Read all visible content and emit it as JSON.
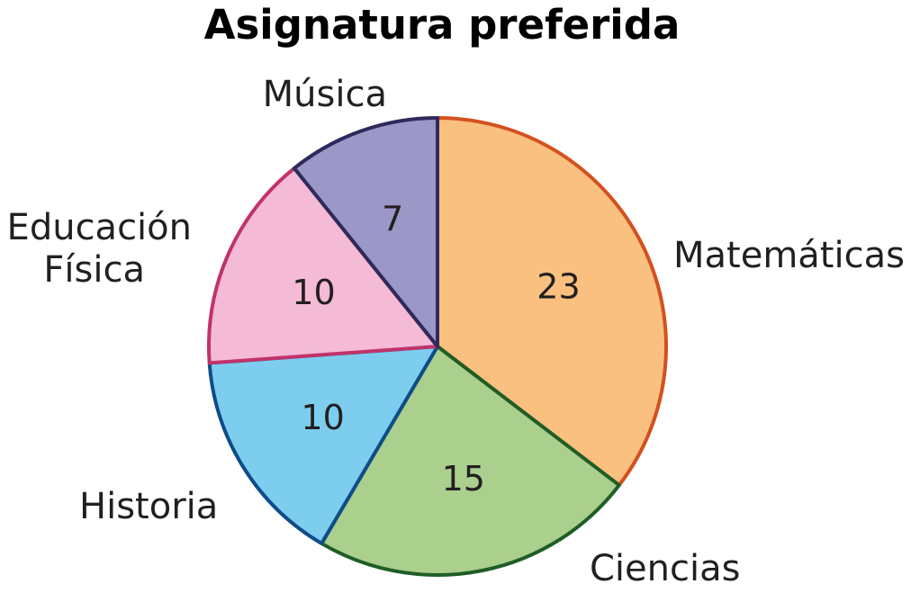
{
  "chart_data": {
    "type": "pie",
    "title": "Asignatura preferida",
    "slices": [
      {
        "label": "Matemáticas",
        "value": 23,
        "fill": "#f9c07f",
        "stroke": "#d4501f"
      },
      {
        "label": "Ciencias",
        "value": 15,
        "fill": "#abcf8c",
        "stroke": "#1e5e26"
      },
      {
        "label": "Historia",
        "value": 10,
        "fill": "#7dcdef",
        "stroke": "#0f4c8a"
      },
      {
        "label": "Educación Física",
        "value": 10,
        "fill": "#f4bad6",
        "stroke": "#c0336a"
      },
      {
        "label": "Música",
        "value": 7,
        "fill": "#9b97c7",
        "stroke": "#2e2a5c"
      }
    ],
    "start": "top",
    "direction": "clockwise",
    "legend": "none"
  }
}
